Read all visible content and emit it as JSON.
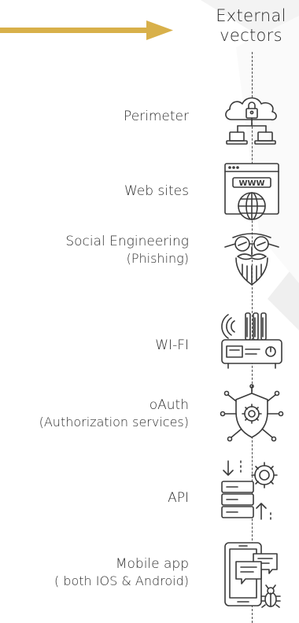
{
  "title": {
    "line1": "External",
    "line2": "vectors"
  },
  "vectors": [
    {
      "label": "Perimeter",
      "sub": "",
      "icon": "cloud-network-lock-icon"
    },
    {
      "label": "Web sites",
      "sub": "",
      "icon": "www-browser-globe-icon"
    },
    {
      "label": "Social Engineering",
      "sub": "(Phishing)",
      "icon": "disguise-mask-icon"
    },
    {
      "label": "WI-FI",
      "sub": "",
      "icon": "wifi-router-icon"
    },
    {
      "label": "oAuth",
      "sub": "(Authorization services)",
      "icon": "shield-gear-network-icon"
    },
    {
      "label": "API",
      "sub": "",
      "icon": "server-gear-icon"
    },
    {
      "label": "Mobile app",
      "sub": "( both IOS & Android)",
      "icon": "mobile-chat-bug-icon"
    }
  ],
  "colors": {
    "arrow": "#d8b04a",
    "ink": "#3a3a3a",
    "shade": "#f1f1f1"
  }
}
